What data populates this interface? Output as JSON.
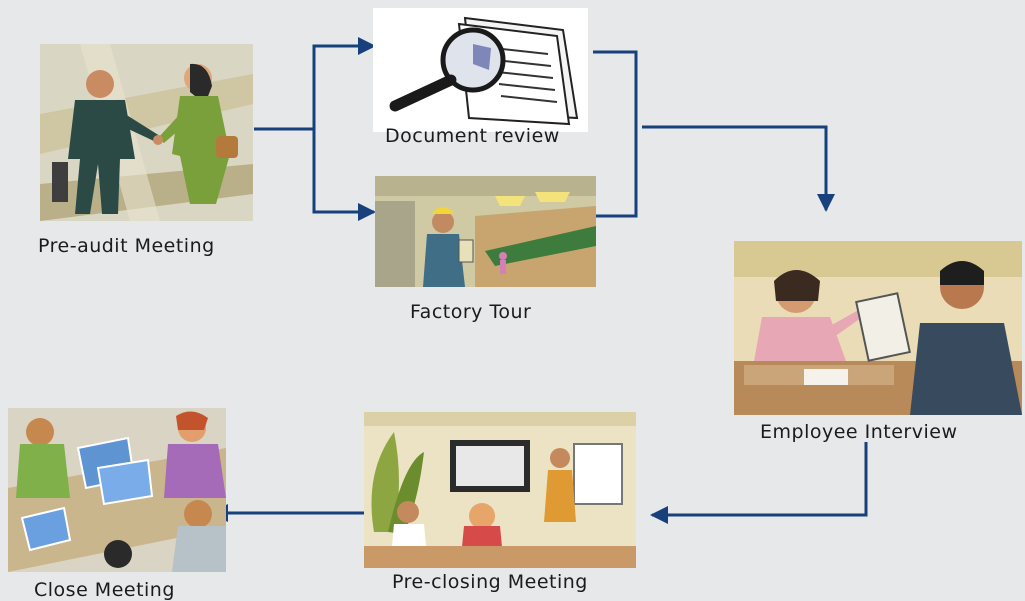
{
  "diagram": {
    "steps": [
      {
        "id": "pre-audit",
        "label": "Pre-audit Meeting",
        "icon": "handshake-clipart"
      },
      {
        "id": "doc-review",
        "label": "Document review",
        "icon": "magnifier-document-clipart"
      },
      {
        "id": "factory-tour",
        "label": "Factory Tour",
        "icon": "factory-worker-clipart"
      },
      {
        "id": "employee-interview",
        "label": "Employee Interview",
        "icon": "interview-clipart"
      },
      {
        "id": "pre-closing",
        "label": "Pre-closing Meeting",
        "icon": "presentation-clipart"
      },
      {
        "id": "close",
        "label": "Close Meeting",
        "icon": "team-meeting-clipart"
      }
    ]
  },
  "colors": {
    "background": "#e6e8ea",
    "connector": "#17407c"
  }
}
